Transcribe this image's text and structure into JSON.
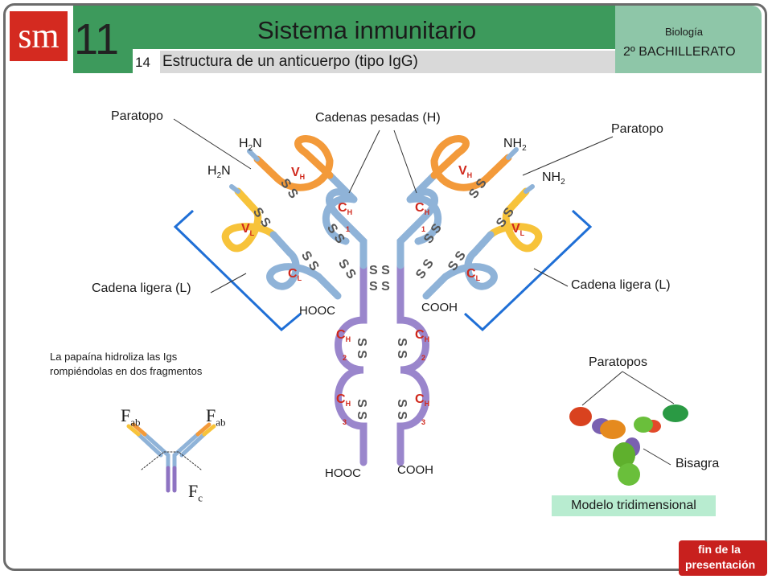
{
  "header": {
    "logo": "sm",
    "unit_number": "11",
    "title": "Sistema inmunitario",
    "section_number": "14",
    "section_title": "Estructura de un anticuerpo (tipo IgG)",
    "subject": "Biología",
    "course": "2º BACHILLERATO"
  },
  "diagram": {
    "paratopo_left": "Paratopo",
    "paratopo_right": "Paratopo",
    "heavy_chains": "Cadenas pesadas (H)",
    "light_chain_left": "Cadena ligera (L)",
    "light_chain_right": "Cadena ligera (L)",
    "h2n": "H",
    "h2n_sub": "2",
    "h2n_n": "N",
    "nh2": "NH",
    "nh2_sub": "2",
    "hooc": "HOOC",
    "cooh": "COOH",
    "ss": "S S",
    "domain_v": "V",
    "domain_c": "C",
    "sub_h": "H",
    "sub_l": "L",
    "n1": "1",
    "n2": "2",
    "n3": "3"
  },
  "papain": {
    "note_line1": "La papaína hidroliza las Igs",
    "note_line2": "rompiéndolas en dos fragmentos",
    "fab": "F",
    "fab_sub": "ab",
    "fc": "F",
    "fc_sub": "c"
  },
  "model": {
    "paratopos": "Paratopos",
    "bisagra": "Bisagra",
    "caption": "Modelo tridimensional"
  },
  "footer": {
    "end_line1": "fin de la",
    "end_line2": "presentación"
  },
  "colors": {
    "header_green": "#3d9a5c",
    "heavy_variable": "#f39a3a",
    "light_variable": "#f7c33a",
    "heavy_constant": "#8fb3d8",
    "fc_purple": "#8e73c2",
    "bracket_blue": "#1f6fd6",
    "end_button": "#c8201e"
  }
}
